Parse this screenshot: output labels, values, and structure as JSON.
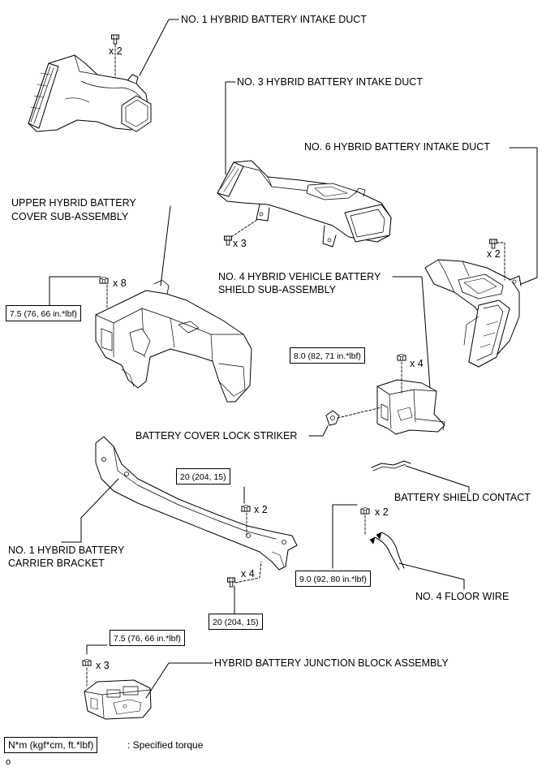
{
  "labels": {
    "no1_intake_duct": "NO. 1 HYBRID BATTERY INTAKE DUCT",
    "no3_intake_duct": "NO. 3 HYBRID BATTERY INTAKE DUCT",
    "no6_intake_duct": "NO. 6 HYBRID BATTERY INTAKE DUCT",
    "upper_cover_line1": "UPPER HYBRID BATTERY",
    "upper_cover_line2": "COVER SUB-ASSEMBLY",
    "no4_shield_line1": "NO. 4 HYBRID VEHICLE BATTERY",
    "no4_shield_line2": "SHIELD SUB-ASSEMBLY",
    "lock_striker": "BATTERY COVER LOCK STRIKER",
    "shield_contact": "BATTERY SHIELD CONTACT",
    "carrier_bracket_line1": "NO. 1 HYBRID BATTERY",
    "carrier_bracket_line2": "CARRIER BRACKET",
    "floor_wire": "NO. 4 FLOOR WIRE",
    "junction_block": "HYBRID BATTERY JUNCTION BLOCK ASSEMBLY"
  },
  "multipliers": {
    "no1_duct": "x 2",
    "no3_duct": "x 3",
    "no6_duct": "x 2",
    "upper_cover": "x 8",
    "no4_shield": "x 4",
    "bracket_nut": "x 2",
    "bracket_bolt": "x 4",
    "floor_wire": "x 2",
    "junction_block": "x 3"
  },
  "torques": {
    "upper_cover": "7.5 (76, 66 in.*lbf)",
    "no4_shield": "8.0 (82, 71 in.*lbf)",
    "bracket_nut": "20 (204, 15)",
    "bracket_bolt": "20 (204, 15)",
    "floor_wire": "9.0 (92, 80 in.*lbf)",
    "junction_block": "7.5 (76, 66 in.*lbf)"
  },
  "legend": {
    "unit": "N*m (kgf*cm, ft.*lbf)",
    "description": ": Specified torque"
  },
  "figure_id": "o",
  "icons": [
    "bolt-icon",
    "nut-icon",
    "hex-nut-icon"
  ]
}
